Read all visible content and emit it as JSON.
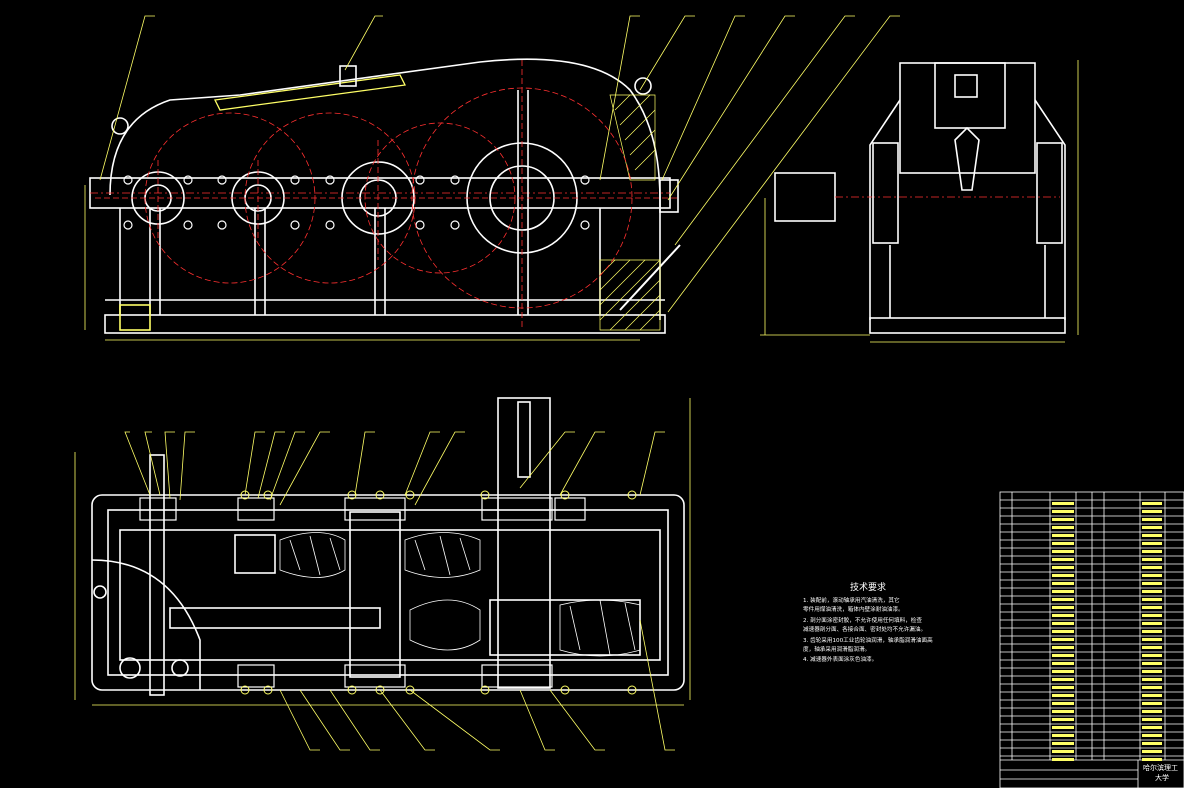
{
  "colors": {
    "background": "#000000",
    "outline": "#ffffff",
    "leader": "#ffff66",
    "centerline": "#ff3030",
    "hatch": "#ffff66"
  },
  "technical_requirements": {
    "title": "技术要求",
    "lines": [
      "1. 装配前，滚动轴承用汽油清洗，其它",
      "   零件用煤油清洗，箱体内壁涂耐油油漆。",
      "2. 剖分面涂密封胶，不允许使用任何填料，检查",
      "   减速器剖分面、各接合面、密封处均不允许漏油。",
      "3. 齿轮采用100工业齿轮油润滑，轴承脂润滑油面高",
      "   度，轴承采用润滑脂润滑。",
      "4. 减速器外表面涂灰色油漆。"
    ]
  },
  "title_block": {
    "school_line1": "哈尔滨理工",
    "school_line2": "大学"
  }
}
